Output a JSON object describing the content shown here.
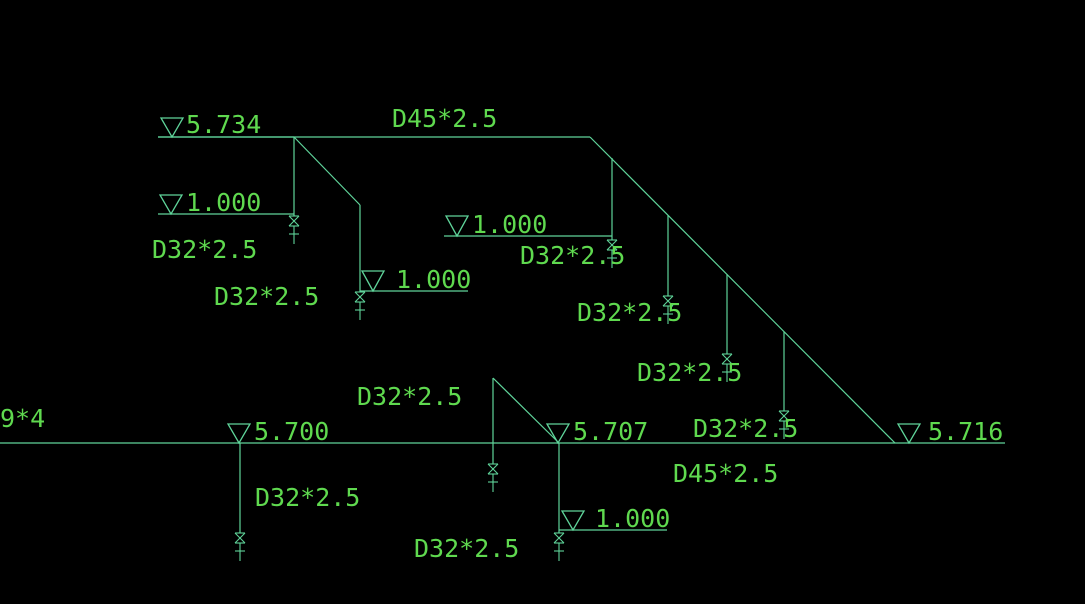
{
  "colors": {
    "background": "#000000",
    "pipe": "#5fd49a",
    "text": "#5fd94f"
  },
  "icons": {
    "level": "triangle-down-level-marker-icon",
    "valve": "pipe-valve-fitting-icon"
  },
  "labels": {
    "main_pipe_top": "D45*2.5",
    "main_pipe_bottom": "D45*2.5",
    "left_edge_fragment": "9*4",
    "branch_top_1": "D32*2.5",
    "branch_top_2": "D32*2.5",
    "branch_mid_1": "D32*2.5",
    "branch_mid_2": "D32*2.5",
    "branch_mid_3": "D32*2.5",
    "branch_mid_4": "D32*2.5",
    "branch_low_center": "D32*2.5",
    "branch_low_left": "D32*2.5",
    "branch_low_bottom": "D32*2.5"
  },
  "elevations": {
    "top_main": "5.734",
    "top_branch_1": "1.000",
    "top_branch_2": "1.000",
    "top_branch_3": "1.000",
    "bottom_left": "5.700",
    "bottom_center": "5.707",
    "bottom_right": "5.716",
    "bottom_branch": "1.000"
  }
}
